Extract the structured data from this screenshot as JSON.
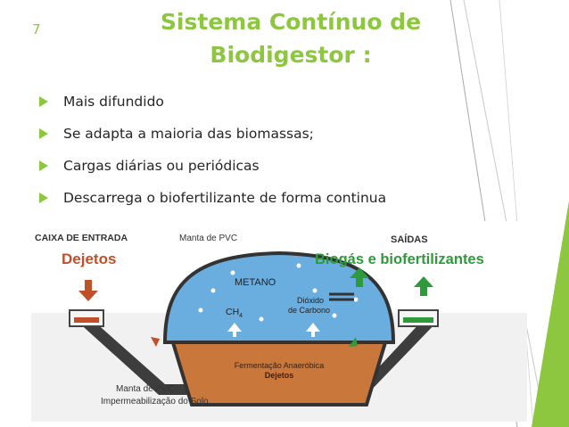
{
  "slide": {
    "number": "7",
    "title_line1": "Sistema Contínuo de",
    "title_line2": "Biodigestor :",
    "bullets": [
      "Mais difundido",
      "Se adapta a maioria das biomassas;",
      "Cargas diárias ou periódicas",
      "Descarrega o biofertilizante de forma continua"
    ]
  },
  "diagram": {
    "inlet_heading": "CAIXA DE ENTRADA",
    "inlet_title": "Dejetos",
    "pvc_top_label": "Manta de PVC",
    "gas_label": "METANO",
    "ch4_label": "CH",
    "ch4_subscript": "4",
    "co2_line1": "Dióxido",
    "co2_line2": "de Carbono",
    "ferment_line1": "Fermentação Anaeróbica",
    "ferment_line2": "Dejetos",
    "outlet_heading": "SAÍDAS",
    "outlet_title": "Biogás e biofertilizantes",
    "pvc_bottom_line1": "Manta de PVC",
    "pvc_bottom_line2": "Impermeabilização do Solo"
  },
  "colors": {
    "accent_green": "#8dc63f",
    "text": "#262626",
    "inlet_red": "#c0502a",
    "outlet_green": "#2e9a3c",
    "dome_blue": "#6aaee0",
    "sludge_brown": "#c9773a"
  }
}
